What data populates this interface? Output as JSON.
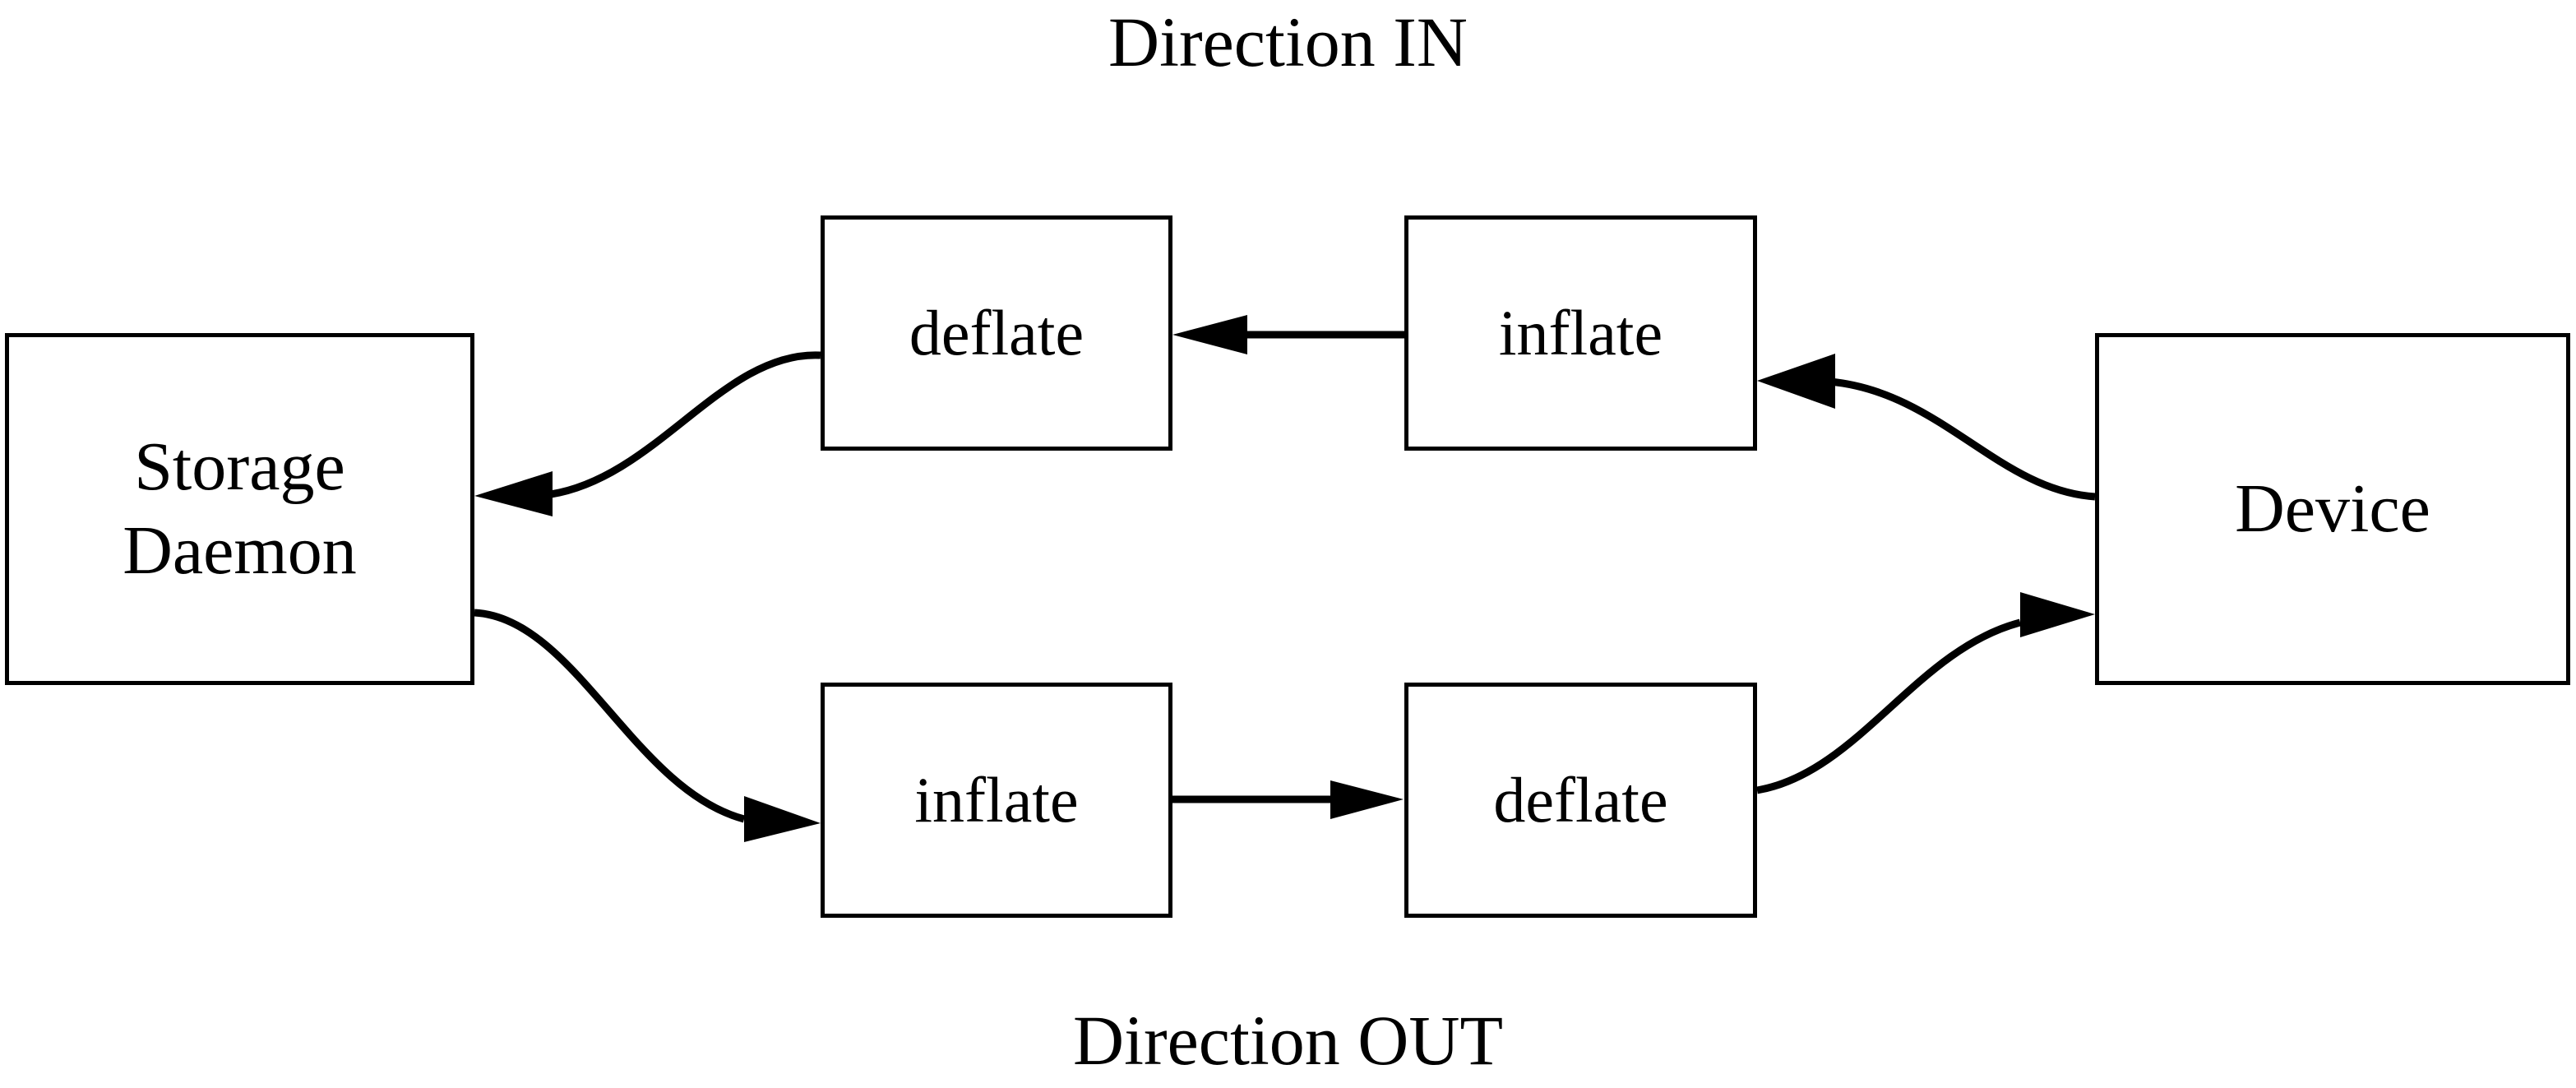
{
  "diagram": {
    "title_top": "Direction IN",
    "title_bottom": "Direction OUT",
    "stroke_color": "#000000",
    "background_color": "#ffffff",
    "nodes": {
      "storage_daemon_line1": "Storage",
      "storage_daemon_line2": "Daemon",
      "in_deflate": "deflate",
      "in_inflate": "inflate",
      "device": "Device",
      "out_inflate": "inflate",
      "out_deflate": "deflate"
    },
    "edges": [
      {
        "name": "device-to-in-inflate",
        "from": "Device",
        "to": "inflate",
        "style": "curved",
        "arrow": "left"
      },
      {
        "name": "in-inflate-to-in-deflate",
        "from": "inflate",
        "to": "deflate",
        "style": "straight",
        "arrow": "left"
      },
      {
        "name": "in-deflate-to-storage-daemon",
        "from": "deflate",
        "to": "Storage Daemon",
        "style": "curved",
        "arrow": "left"
      },
      {
        "name": "storage-daemon-to-out-inflate",
        "from": "Storage Daemon",
        "to": "inflate",
        "style": "curved",
        "arrow": "right"
      },
      {
        "name": "out-inflate-to-out-deflate",
        "from": "inflate",
        "to": "deflate",
        "style": "straight",
        "arrow": "right"
      },
      {
        "name": "out-deflate-to-device",
        "from": "deflate",
        "to": "Device",
        "style": "curved",
        "arrow": "right"
      }
    ]
  }
}
